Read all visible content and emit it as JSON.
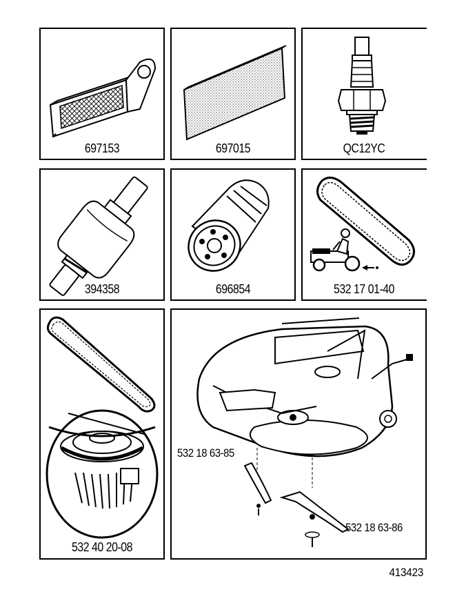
{
  "parts": [
    {
      "id": "air-filter",
      "part_number": "697153"
    },
    {
      "id": "pre-filter",
      "part_number": "697015"
    },
    {
      "id": "spark-plug",
      "part_number": "QC12YC"
    },
    {
      "id": "fuel-filter",
      "part_number": "394358"
    },
    {
      "id": "oil-filter",
      "part_number": "696854"
    },
    {
      "id": "drive-belt",
      "part_number": "532 17 01-40"
    },
    {
      "id": "deck-belt-pulley",
      "part_number": "532 40 20-08"
    }
  ],
  "mower_deck": {
    "blade_left": "532 18 63-85",
    "blade_right": "532 18 63-86"
  },
  "figure_number": "413423"
}
